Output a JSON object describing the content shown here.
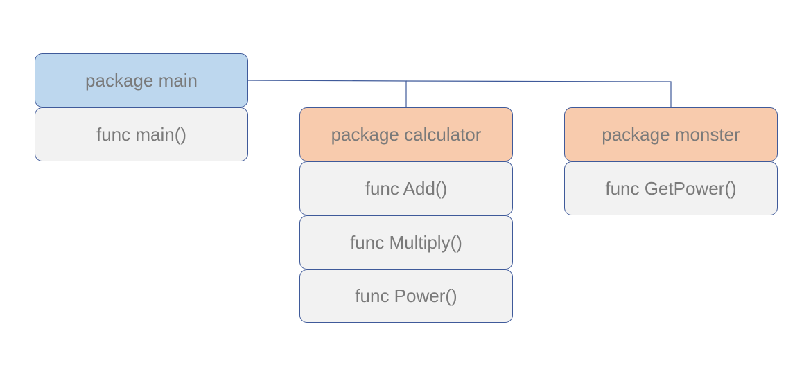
{
  "packages": {
    "main": {
      "label": "package main",
      "funcs": [
        "func main()"
      ]
    },
    "calculator": {
      "label": "package calculator",
      "funcs": [
        "func Add()",
        "func Multiply()",
        "func Power()"
      ]
    },
    "monster": {
      "label": "package monster",
      "funcs": [
        "func GetPower()"
      ]
    }
  },
  "colors": {
    "main_header": "#bdd7ee",
    "package_header": "#f8cbad",
    "func_box": "#f2f2f2",
    "border": "#3f5a9a",
    "text": "#7a7a7a",
    "connector": "#3f5a9a"
  }
}
